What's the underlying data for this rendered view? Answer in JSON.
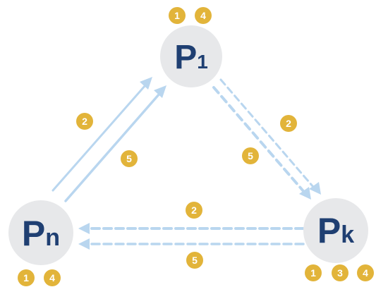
{
  "colors": {
    "node_fill": "#e7e8ea",
    "node_text": "#1f3f72",
    "badge_fill": "#e2b43a",
    "badge_text": "#ffffff",
    "arrow": "#b9d6ef"
  },
  "nodes": {
    "p1": {
      "main": "P",
      "sub": "1",
      "badges": [
        "1",
        "4"
      ]
    },
    "pn": {
      "main": "P",
      "sub": "n",
      "badges": [
        "1",
        "4"
      ]
    },
    "pk": {
      "main": "P",
      "sub": "k",
      "badges": [
        "1",
        "3",
        "4"
      ]
    }
  },
  "edges": {
    "pn_to_p1": {
      "style": "solid",
      "labels": [
        "2",
        "5"
      ]
    },
    "p1_to_pk": {
      "style": "dashed",
      "labels": [
        "2",
        "5"
      ]
    },
    "pk_to_pn": {
      "style": "dashed",
      "labels": [
        "2",
        "5"
      ]
    }
  }
}
